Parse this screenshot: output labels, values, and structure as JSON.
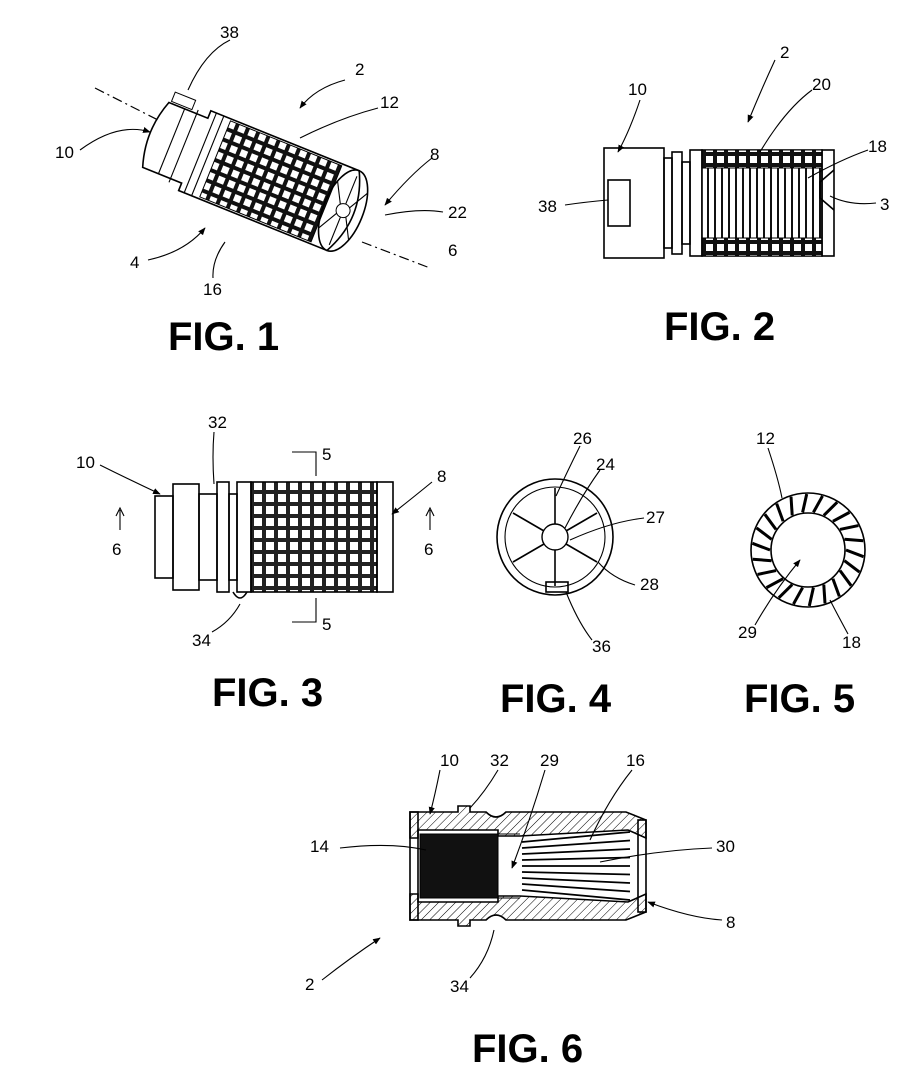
{
  "figures": {
    "fig1": {
      "caption": "FIG. 1",
      "refs": {
        "r38": "38",
        "r2": "2",
        "r12": "12",
        "r10": "10",
        "r8": "8",
        "r22": "22",
        "r4": "4",
        "r16": "16",
        "r6": "6"
      }
    },
    "fig2": {
      "caption": "FIG. 2",
      "refs": {
        "r2": "2",
        "r10": "10",
        "r20": "20",
        "r18": "18",
        "r38": "38",
        "r3": "3"
      }
    },
    "fig3": {
      "caption": "FIG. 3",
      "refs": {
        "r32": "32",
        "r10": "10",
        "r5a": "5",
        "r8": "8",
        "r6a": "6",
        "r6b": "6",
        "r34": "34",
        "r5b": "5"
      }
    },
    "fig4": {
      "caption": "FIG. 4",
      "refs": {
        "r26": "26",
        "r24": "24",
        "r27": "27",
        "r28": "28",
        "r36": "36"
      }
    },
    "fig5": {
      "caption": "FIG. 5",
      "refs": {
        "r12": "12",
        "r29": "29",
        "r18": "18"
      }
    },
    "fig6": {
      "caption": "FIG. 6",
      "refs": {
        "r10": "10",
        "r32": "32",
        "r29": "29",
        "r16": "16",
        "r14": "14",
        "r30": "30",
        "r8": "8",
        "r2": "2",
        "r34": "34"
      }
    }
  }
}
